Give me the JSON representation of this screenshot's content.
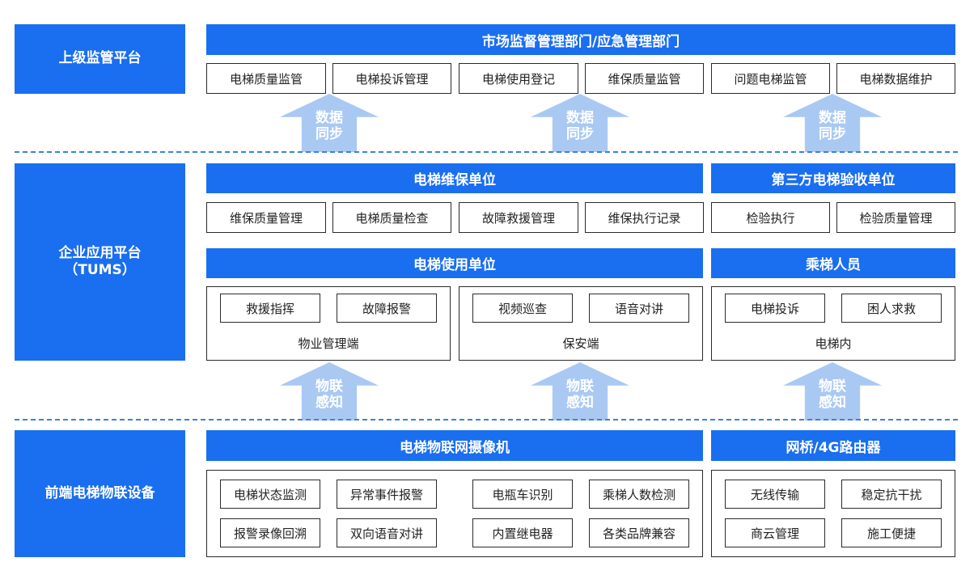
{
  "sidebar": {
    "top": "上级监管平台",
    "middle_line1": "企业应用平台",
    "middle_line2": "（TUMS）",
    "bottom": "前端电梯物联设备"
  },
  "regulator": {
    "header": "市场监督管理部门/应急管理部门",
    "items": [
      "电梯质量监管",
      "电梯投诉管理",
      "电梯使用登记",
      "维保质量监管",
      "问题电梯监管",
      "电梯数据维护"
    ]
  },
  "sync_arrow": {
    "line1": "数据",
    "line2": "同步"
  },
  "iot_arrow": {
    "line1": "物联",
    "line2": "感知"
  },
  "maintenance": {
    "header": "电梯维保单位",
    "items": [
      "维保质量管理",
      "电梯质量检查",
      "故障救援管理",
      "维保执行记录"
    ]
  },
  "inspection": {
    "header": "第三方电梯验收单位",
    "items": [
      "检验执行",
      "检验质量管理"
    ]
  },
  "user_unit": {
    "header": "电梯使用单位",
    "property": {
      "items": [
        "救援指挥",
        "故障报警"
      ],
      "caption": "物业管理端"
    },
    "security": {
      "items": [
        "视频巡查",
        "语音对讲"
      ],
      "caption": "保安端"
    }
  },
  "passenger": {
    "header": "乘梯人员",
    "items": [
      "电梯投诉",
      "困人求救"
    ],
    "caption": "电梯内"
  },
  "camera": {
    "header": "电梯物联网摄像机",
    "left_items": [
      "电梯状态监测",
      "异常事件报警",
      "报警录像回溯",
      "双向语音对讲"
    ],
    "right_items": [
      "电瓶车识别",
      "乘梯人数检测",
      "内置继电器",
      "各类品牌兼容"
    ]
  },
  "bridge": {
    "header": "网桥/4G路由器",
    "items": [
      "无线传输",
      "稳定抗干扰",
      "商云管理",
      "施工便捷"
    ]
  },
  "colors": {
    "primary": "#1a6ef0",
    "arrow": "#a9c9f3",
    "dash": "#3a84d6"
  }
}
